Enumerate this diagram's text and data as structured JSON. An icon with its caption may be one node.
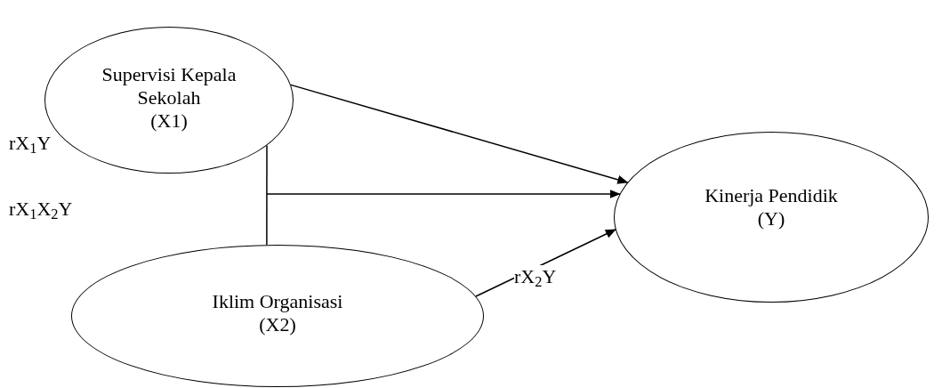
{
  "diagram": {
    "nodes": [
      {
        "text": [
          "Supervisi Kepala Sekolah",
          "(X1)"
        ]
      },
      {
        "text": [
          "Kinerja Pendidik",
          "(Y)"
        ]
      },
      {
        "text": [
          "Iklim Organisasi",
          "(X2)"
        ]
      }
    ],
    "edges": [
      {
        "from": 0,
        "to": 1,
        "arrow": "to"
      },
      {
        "from": 0,
        "to": 2,
        "arrow": "none"
      },
      {
        "from": null,
        "to": 1,
        "arrow": "to"
      },
      {
        "from": 2,
        "to": 1,
        "arrow": "to",
        "label": "rX$_{2}$Y"
      }
    ],
    "labels": [
      "rX$_{1}$Y",
      "rX$_{1}$X$_{2}$Y"
    ]
  }
}
